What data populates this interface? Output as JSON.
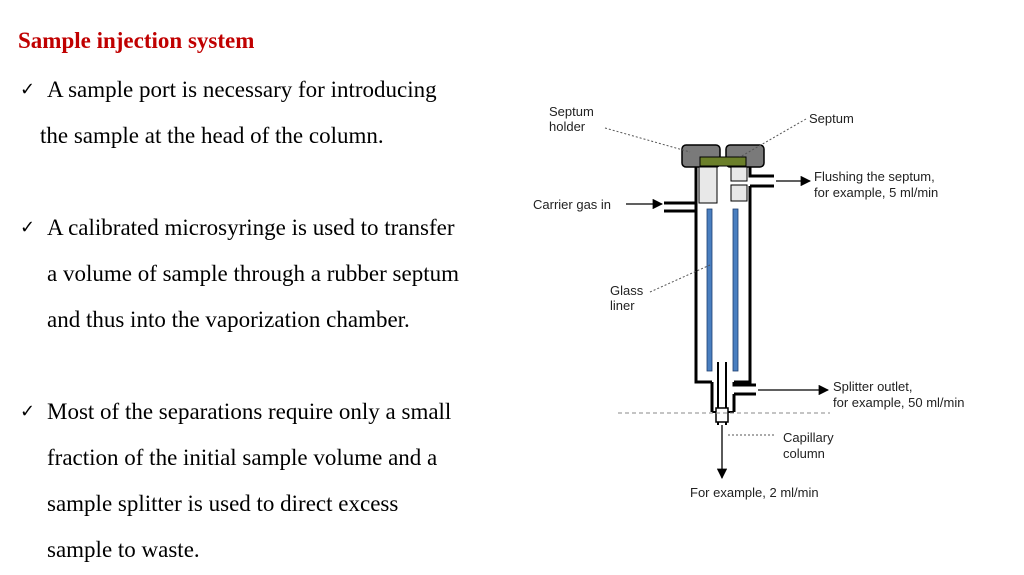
{
  "slide": {
    "title": "Sample injection system",
    "check_icon": "checkmark-icon",
    "bullets": [
      {
        "lines": [
          "A sample port is necessary for introducing",
          "the sample at the head of the column."
        ]
      },
      {
        "lines": [
          "A calibrated microsyringe is used to transfer",
          "a volume of sample through a rubber septum",
          "and thus into the vaporization chamber."
        ]
      },
      {
        "lines": [
          "Most of the separations require only a small",
          "fraction of the initial sample volume and a",
          "sample splitter is used to direct excess",
          "sample to waste."
        ]
      }
    ]
  },
  "diagram": {
    "labels": {
      "septum_holder": [
        "Septum",
        "holder"
      ],
      "septum": "Septum",
      "flushing": [
        "Flushing the septum,",
        "for example, 5 ml/min"
      ],
      "carrier_gas": "Carrier gas in",
      "glass_liner": [
        "Glass",
        "liner"
      ],
      "splitter": [
        "Splitter outlet,",
        "for example, 50 ml/min"
      ],
      "capillary": [
        "Capillary",
        "column"
      ],
      "column_flow": "For example, 2 ml/min"
    },
    "colors": {
      "septum": "#6b7f2a",
      "holder": "#7a7a7a",
      "liner": "#4a7fc0",
      "title": "#c00000"
    }
  }
}
